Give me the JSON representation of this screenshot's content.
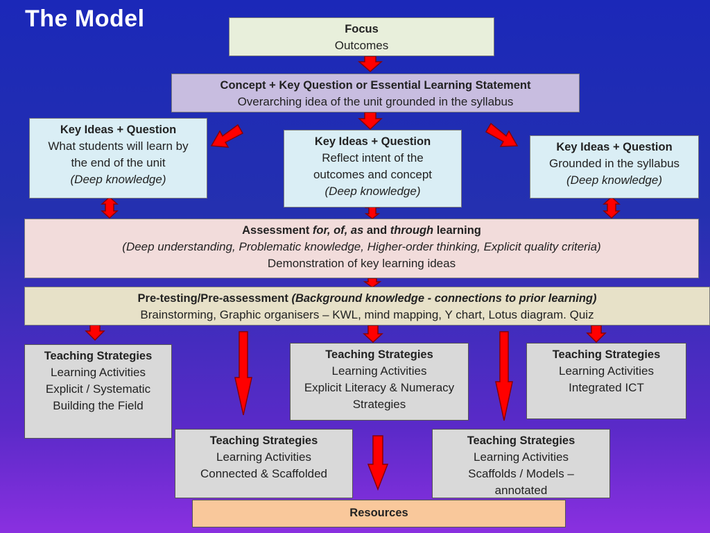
{
  "title": "The Model",
  "focus": {
    "heading": "Focus",
    "line1": "Outcomes"
  },
  "concept": {
    "heading": "Concept + Key Question or Essential Learning Statement",
    "line1": "Overarching idea of the unit grounded in the syllabus"
  },
  "idea1": {
    "heading": "Key Ideas + Question",
    "line1": "What students will learn by",
    "line2": "the end of the unit",
    "line3": "(Deep knowledge)"
  },
  "idea2": {
    "heading": "Key Ideas + Question",
    "line1": "Reflect intent of the",
    "line2": "outcomes and concept",
    "line3": "(Deep knowledge)"
  },
  "idea3": {
    "heading": "Key Ideas + Question",
    "line1": "Grounded in the syllabus",
    "line2": "(Deep knowledge)"
  },
  "assessment": {
    "heading_pre": "Assessment ",
    "heading_italic": "for, of, as",
    "heading_mid": " and ",
    "heading_italic2": "through",
    "heading_post": " learning",
    "line1": "(Deep understanding, Problematic knowledge, Higher-order thinking, Explicit quality criteria)",
    "line2": "Demonstration of key learning ideas"
  },
  "pretest": {
    "heading_pre": "Pre-testing/Pre-assessment ",
    "heading_italic": "(Background knowledge - connections to prior learning)",
    "line1": "Brainstorming, Graphic organisers – KWL, mind mapping, Y chart, Lotus diagram. Quiz"
  },
  "ts1": {
    "heading": "Teaching Strategies",
    "line1": "Learning Activities",
    "line2": "Explicit / Systematic",
    "line3": "Building the Field"
  },
  "ts2": {
    "heading": "Teaching Strategies",
    "line1": "Learning Activities",
    "line2": "Explicit Literacy & Numeracy",
    "line3": "Strategies"
  },
  "ts3": {
    "heading": "Teaching Strategies",
    "line1": "Learning Activities",
    "line2": "Integrated ICT"
  },
  "ts4": {
    "heading": "Teaching Strategies",
    "line1": "Learning Activities",
    "line2": "Connected & Scaffolded"
  },
  "ts5": {
    "heading": "Teaching Strategies",
    "line1": "Learning Activities",
    "line2": "Scaffolds / Models –",
    "line3": "annotated"
  },
  "resources": {
    "heading": "Resources"
  },
  "colors": {
    "arrow_fill": "#ff0000",
    "arrow_stroke": "#8b0000",
    "background_top": "#1b28b8",
    "background_bottom": "#8a30e0"
  },
  "icons": {
    "arrow": "red-arrow-icon",
    "double_arrow": "red-double-arrow-icon"
  }
}
